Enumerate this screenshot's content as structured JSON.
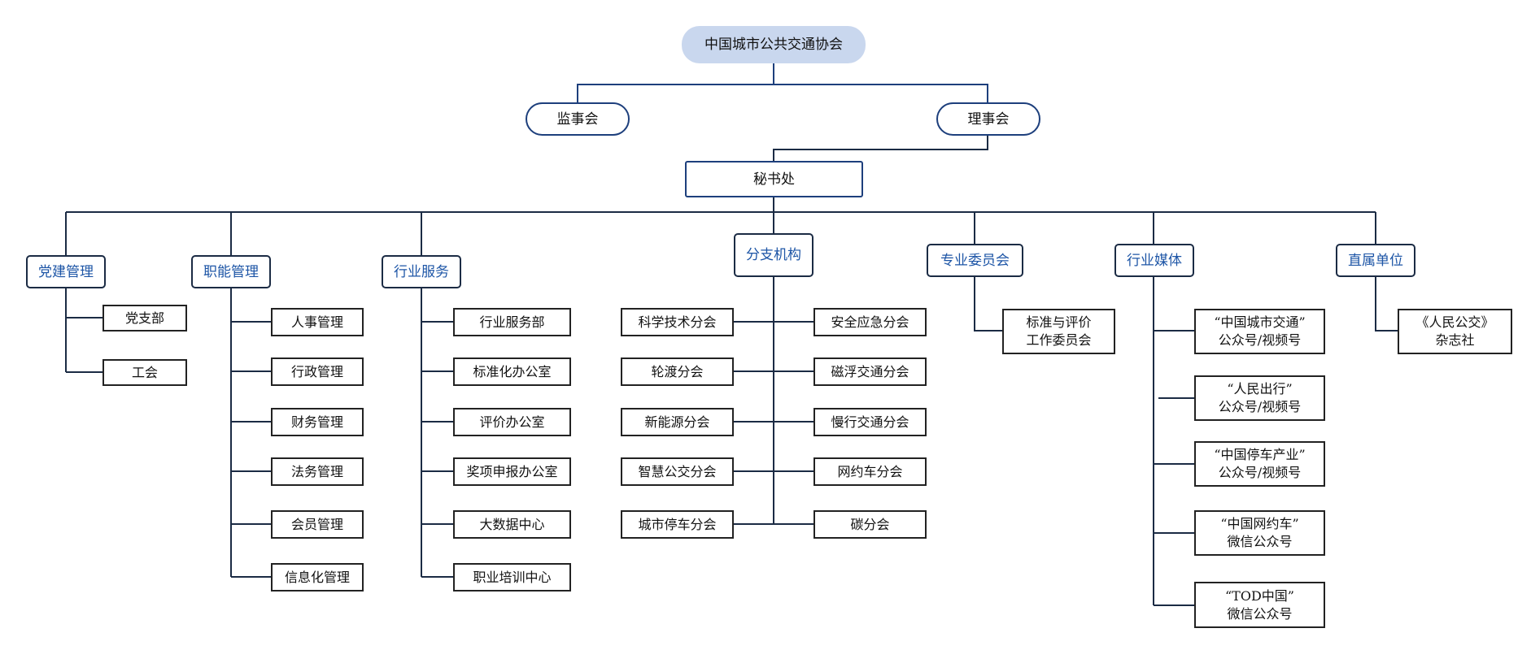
{
  "root": "中国城市公共交通协会",
  "supervisory": "监事会",
  "council": "理事会",
  "secretariat": "秘书处",
  "categories": {
    "party": {
      "title": "党建管理",
      "items": [
        "党支部",
        "工会"
      ]
    },
    "functional": {
      "title": "职能管理",
      "items": [
        "人事管理",
        "行政管理",
        "财务管理",
        "法务管理",
        "会员管理",
        "信息化管理"
      ]
    },
    "industry_service": {
      "title": "行业服务",
      "items": [
        "行业服务部",
        "标准化办公室",
        "评价办公室",
        "奖项申报办公室",
        "大数据中心",
        "职业培训中心"
      ]
    },
    "branches": {
      "title": "分支机构",
      "left": [
        "科学技术分会",
        "轮渡分会",
        "新能源分会",
        "智慧公交分会",
        "城市停车分会"
      ],
      "right": [
        "安全应急分会",
        "磁浮交通分会",
        "慢行交通分会",
        "网约车分会",
        "碳分会"
      ]
    },
    "committees": {
      "title": "专业委员会",
      "items": [
        [
          "标准与评价",
          "工作委员会"
        ]
      ]
    },
    "media": {
      "title": "行业媒体",
      "items": [
        [
          "“中国城市交通”",
          "公众号/视频号"
        ],
        [
          "“人民出行”",
          "公众号/视频号"
        ],
        [
          "“中国停车产业”",
          "公众号/视频号"
        ],
        [
          "“中国网约车”",
          "微信公众号"
        ],
        [
          "“TOD中国”",
          "微信公众号"
        ]
      ]
    },
    "affiliated": {
      "title": "直属单位",
      "items": [
        [
          "《人民公交》",
          "杂志社"
        ]
      ]
    }
  }
}
